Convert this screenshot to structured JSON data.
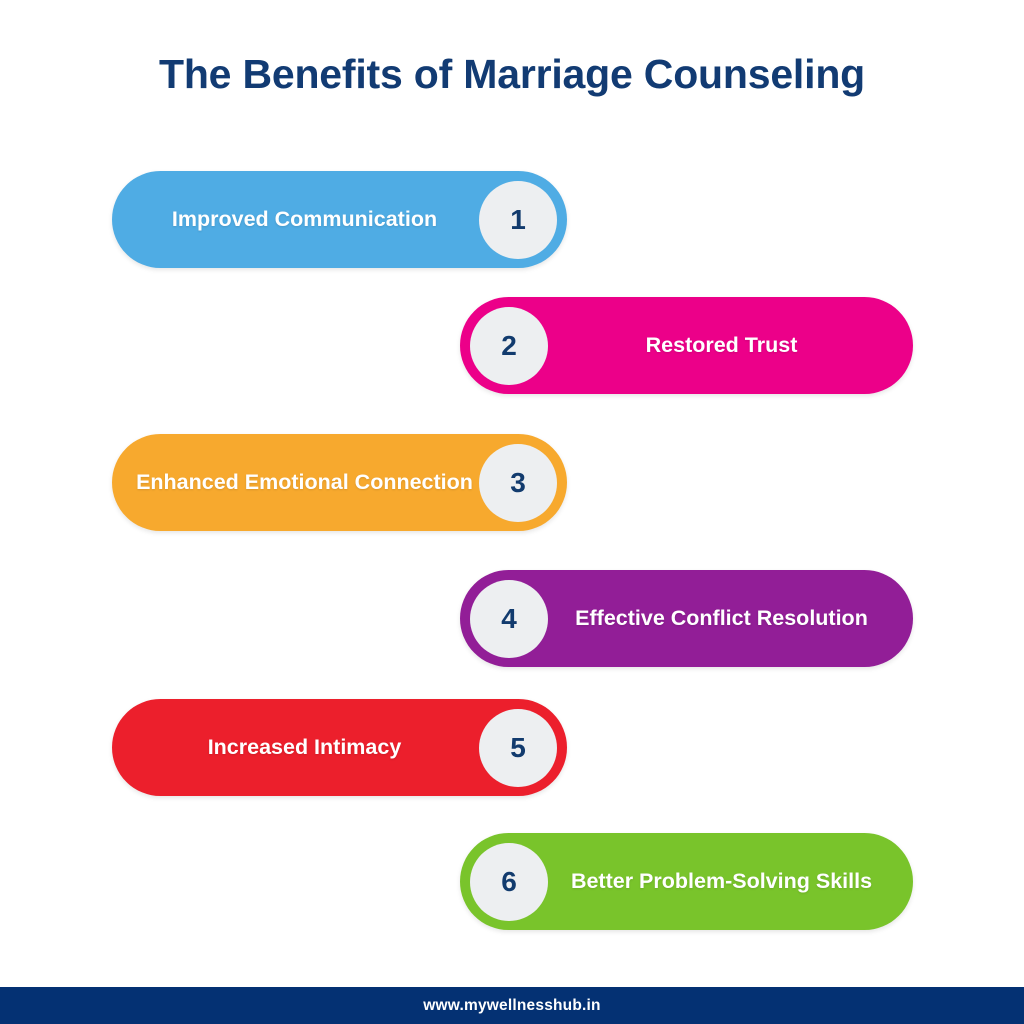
{
  "title": "The Benefits of Marriage Counseling",
  "theme": {
    "background": "#ffffff",
    "title_color": "#123B73",
    "number_circle_bg": "#EDEFF1",
    "number_color": "#123B6E",
    "footer_bg": "#043173",
    "footer_text_color": "#ffffff"
  },
  "benefits": [
    {
      "number": "1",
      "label": "Improved Communication",
      "color": "#4FACE4",
      "side": "left",
      "number_position": "right"
    },
    {
      "number": "2",
      "label": "Restored Trust",
      "color": "#EC0089",
      "side": "right",
      "number_position": "left"
    },
    {
      "number": "3",
      "label": "Enhanced Emotional Connection",
      "color": "#F7A92E",
      "side": "left",
      "number_position": "right"
    },
    {
      "number": "4",
      "label": "Effective Conflict Resolution",
      "color": "#921E97",
      "side": "right",
      "number_position": "left"
    },
    {
      "number": "5",
      "label": "Increased Intimacy",
      "color": "#EC1F2C",
      "side": "left",
      "number_position": "right"
    },
    {
      "number": "6",
      "label": "Better Problem-Solving Skills",
      "color": "#79C42B",
      "side": "right",
      "number_position": "left"
    }
  ],
  "footer": {
    "url": "www.mywellnesshub.in"
  }
}
